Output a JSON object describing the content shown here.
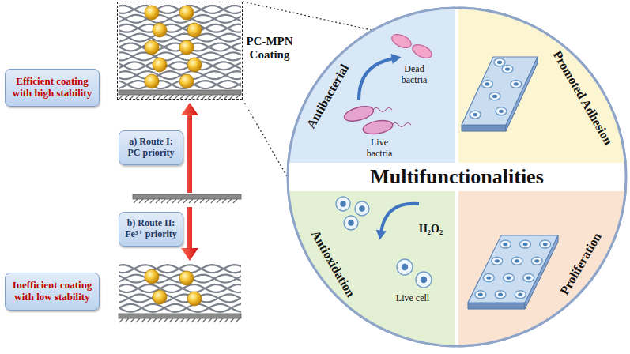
{
  "diagram": {
    "nodes": [
      {
        "text": [
          "Efficient coating with high stability"
        ]
      },
      {
        "text": [
          "PC-MPN Coating"
        ]
      },
      {
        "text": [
          "a) Route I: PC priority"
        ]
      },
      {
        "text": [
          "b) Route II: Fe³⁺ priority"
        ]
      },
      {
        "text": [
          "Inefficient coating with low stability"
        ]
      },
      {
        "text": [
          "Multifunctionalities"
        ]
      },
      {
        "text": [
          "Antibacterial",
          "Dead bactria",
          "Live bactria"
        ],
        "in": 5
      },
      {
        "text": [
          "Promoted Adhesion"
        ],
        "in": 5
      },
      {
        "text": [
          "Antioxidation",
          "H₂O₂",
          "Live cell"
        ],
        "in": 5
      },
      {
        "text": [
          "Proliferation"
        ],
        "in": 5
      }
    ],
    "edges": [
      {
        "from": 1,
        "to": 5,
        "arrow": "none"
      },
      {
        "from": 1,
        "to": 5,
        "arrow": "none"
      }
    ]
  }
}
